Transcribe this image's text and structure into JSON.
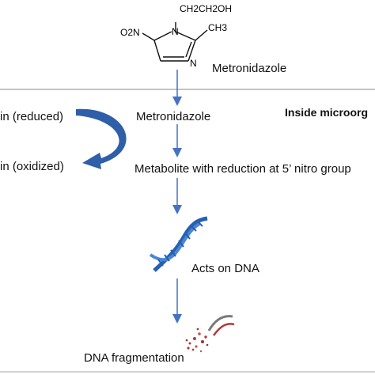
{
  "structure": {
    "top_substituent": "CH2CH2OH",
    "left_substituent": "O2N",
    "right_substituent": "CH3",
    "ring_n1": "N",
    "ring_n3": "N"
  },
  "labels": {
    "compound_name_top": "Metronidazole",
    "compound_name_inside": "Metronidazole",
    "region_label": "Inside microorg",
    "reduced": "in (reduced)",
    "oxidized": "in (oxidized)",
    "metabolite": "Metabolite with reduction at 5’ nitro group",
    "acts_on_dna": "Acts on DNA",
    "fragmentation": "DNA fragmentation"
  },
  "colors": {
    "arrow": "#4472c4",
    "curved_arrow": "#2e5fa8",
    "helix_blue": "#2660b0",
    "fragment_red": "#b03a3a",
    "divider": "#888888"
  },
  "icons": {
    "dna": "dna-helix-icon",
    "dna_fragment": "dna-fragment-icon"
  }
}
